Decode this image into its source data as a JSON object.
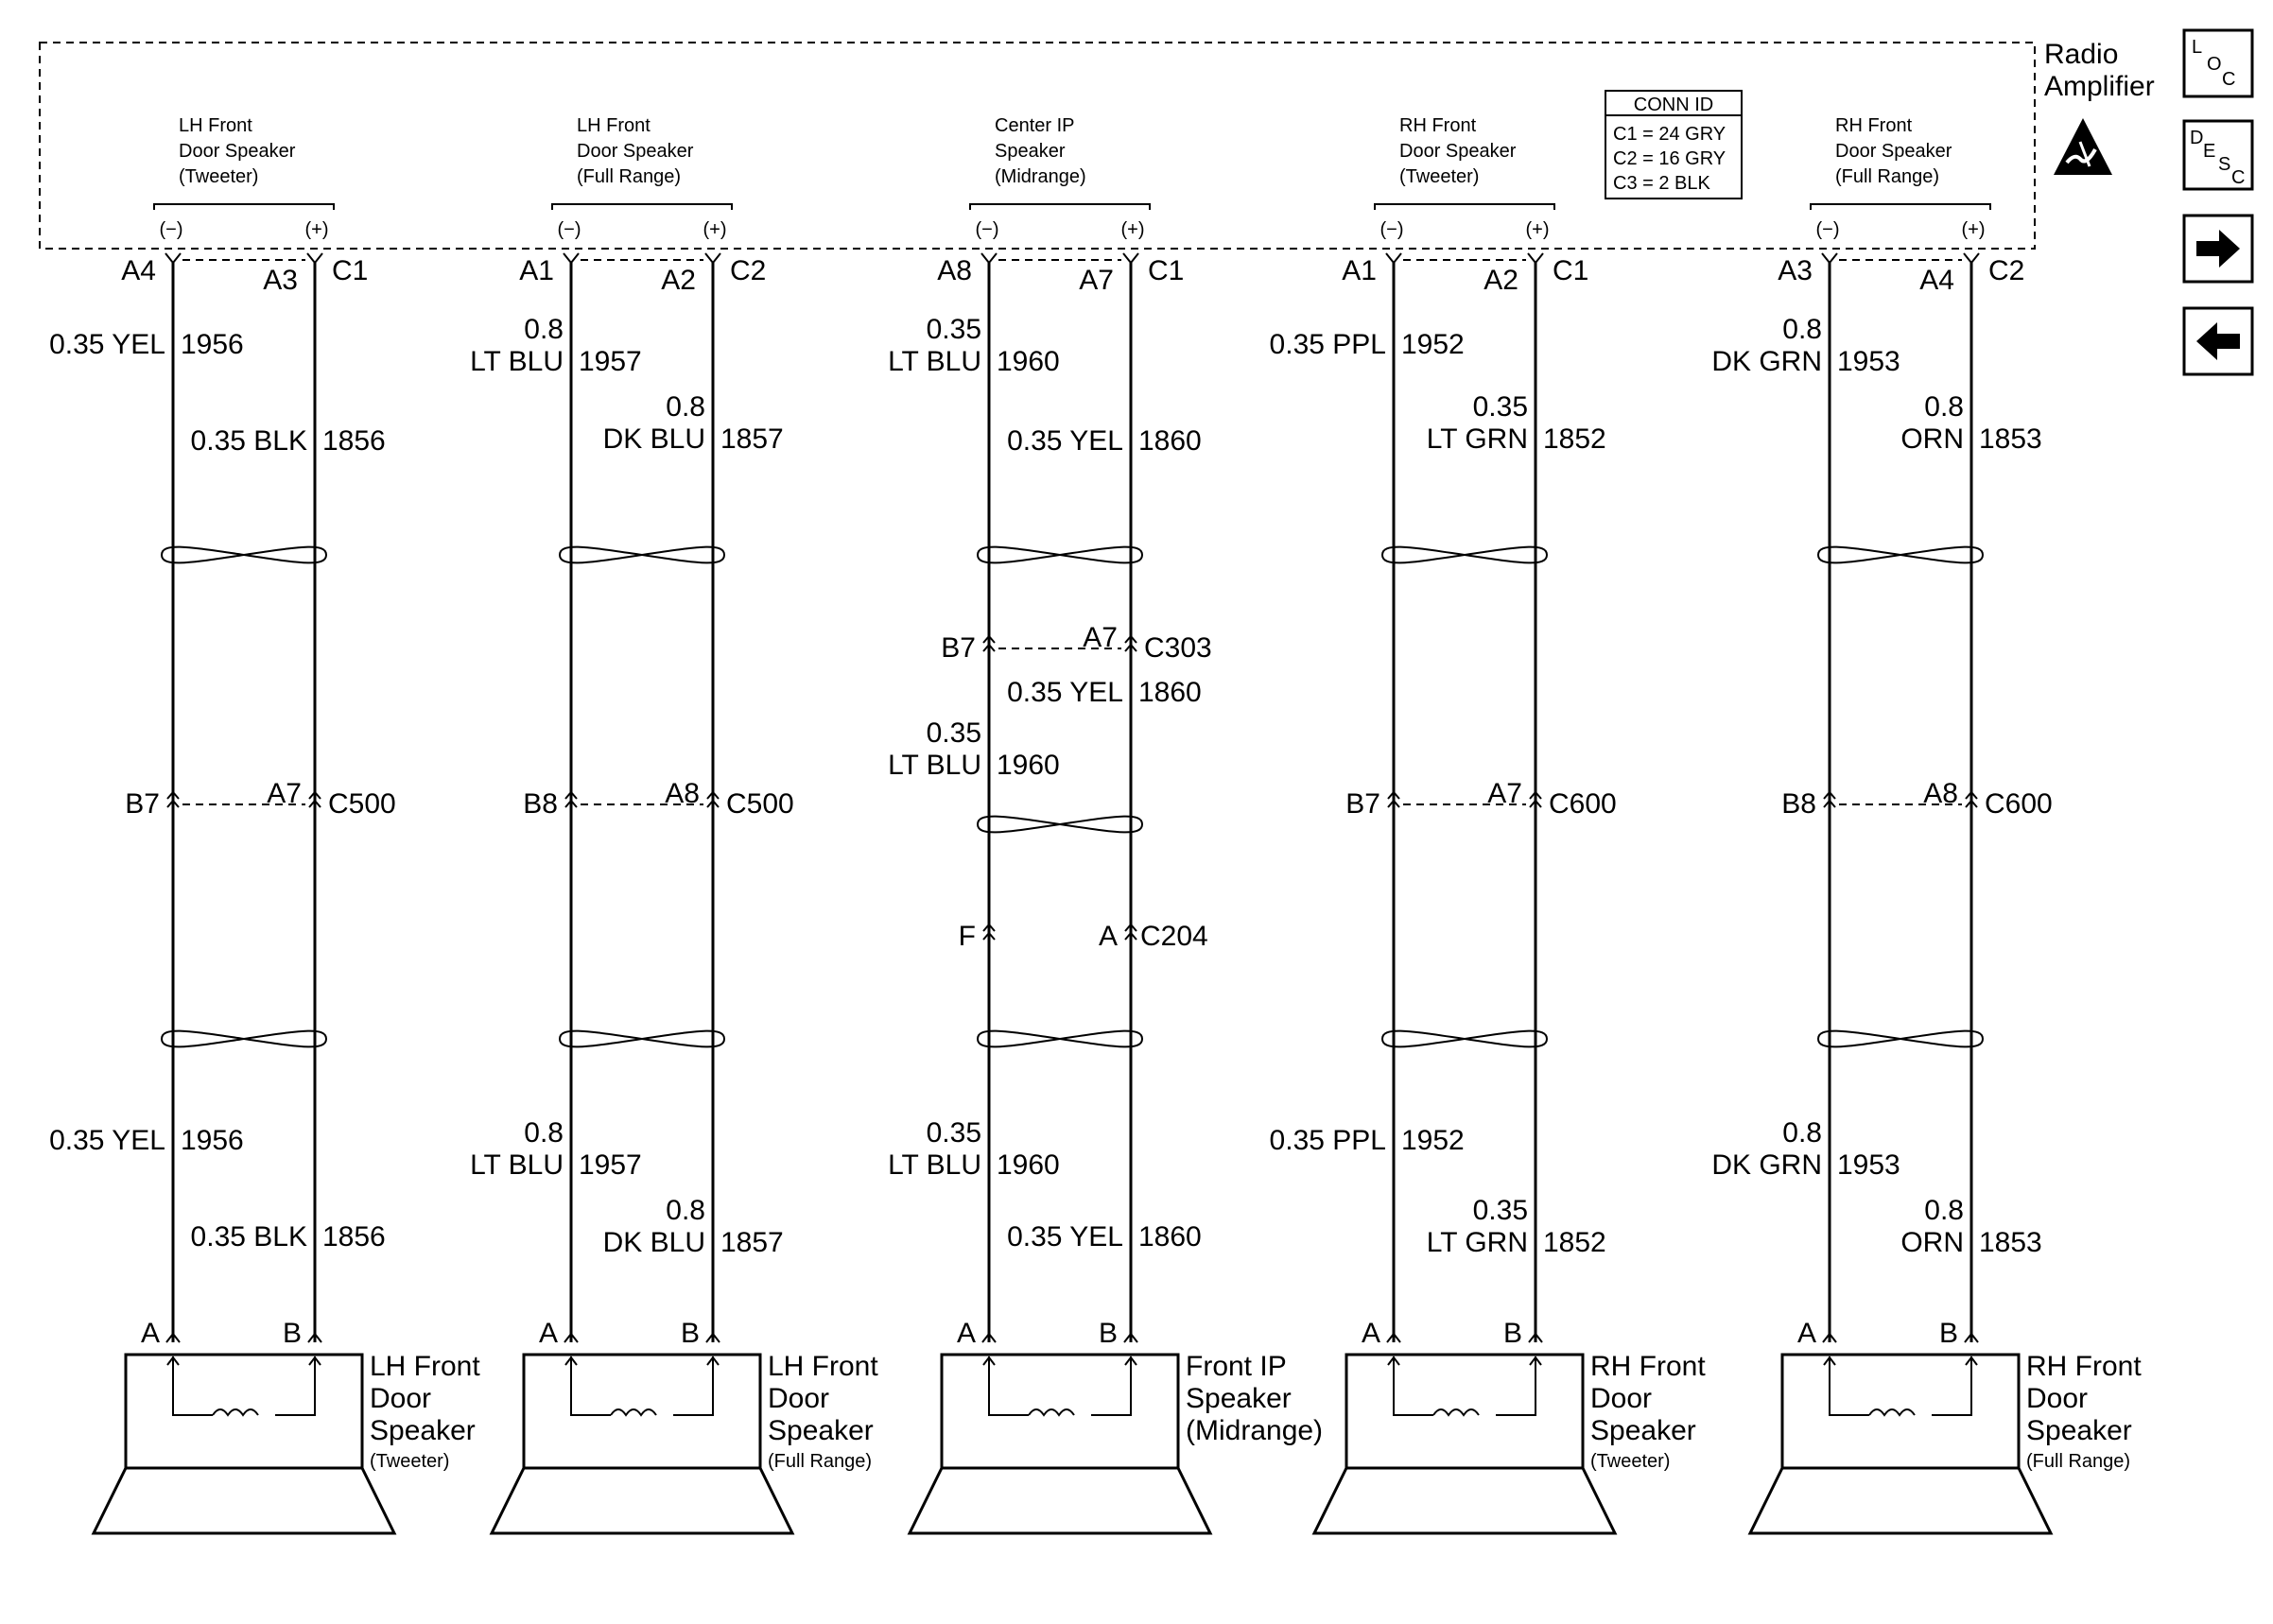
{
  "component": {
    "name_line1": "Radio",
    "name_line2": "Amplifier"
  },
  "conn_id": {
    "title": "CONN ID",
    "rows": [
      "C1 = 24 GRY",
      "C2 = 16 GRY",
      "C3 = 2 BLK"
    ]
  },
  "nav": {
    "loc": [
      "L",
      "O",
      "C"
    ],
    "desc": [
      "D",
      "E",
      "S",
      "C"
    ]
  },
  "pins": {
    "minus": "(−)",
    "plus": "(+)",
    "left_pin": "A",
    "right_pin": "B"
  },
  "circuits": [
    {
      "id": "lh-tweeter",
      "amp_label": [
        "LH Front",
        "Door Speaker",
        "(Tweeter)"
      ],
      "top": {
        "left_pin": "A4",
        "right_pin": "A3",
        "conn": "C1"
      },
      "wire_left": {
        "size": "0.35",
        "color": "YEL",
        "circuit": "1956",
        "one_line": true
      },
      "wire_right": {
        "size": "0.35",
        "color": "BLK",
        "circuit": "1856",
        "one_line": true
      },
      "inline_connectors": [
        {
          "left_pin": "B7",
          "right_pin": "A7",
          "conn": "C500"
        }
      ],
      "speaker_label": [
        "LH Front",
        "Door",
        "Speaker",
        "(Tweeter)"
      ]
    },
    {
      "id": "lh-fullrange",
      "amp_label": [
        "LH Front",
        "Door Speaker",
        "(Full Range)"
      ],
      "top": {
        "left_pin": "A1",
        "right_pin": "A2",
        "conn": "C2"
      },
      "wire_left": {
        "size": "0.8",
        "color": "LT BLU",
        "circuit": "1957",
        "one_line": false
      },
      "wire_right": {
        "size": "0.8",
        "color": "DK BLU",
        "circuit": "1857",
        "one_line": false
      },
      "inline_connectors": [
        {
          "left_pin": "B8",
          "right_pin": "A8",
          "conn": "C500"
        }
      ],
      "speaker_label": [
        "LH Front",
        "Door",
        "Speaker",
        "(Full Range)"
      ]
    },
    {
      "id": "center-ip",
      "amp_label": [
        "Center IP",
        "Speaker",
        "(Midrange)"
      ],
      "top": {
        "left_pin": "A8",
        "right_pin": "A7",
        "conn": "C1"
      },
      "wire_left": {
        "size": "0.35",
        "color": "LT BLU",
        "circuit": "1960",
        "one_line": false
      },
      "wire_right": {
        "size": "0.35",
        "color": "YEL",
        "circuit": "1860",
        "one_line": true
      },
      "inline_connectors": [
        {
          "left_pin": "B7",
          "right_pin": "A7",
          "conn": "C303"
        },
        {
          "left_pin": "F",
          "right_pin": "A",
          "conn": "C204"
        }
      ],
      "speaker_label": [
        "Front IP",
        "Speaker",
        "(Midrange)"
      ]
    },
    {
      "id": "rh-tweeter",
      "amp_label": [
        "RH Front",
        "Door Speaker",
        "(Tweeter)"
      ],
      "top": {
        "left_pin": "A1",
        "right_pin": "A2",
        "conn": "C1"
      },
      "wire_left": {
        "size": "0.35",
        "color": "PPL",
        "circuit": "1952",
        "one_line": true
      },
      "wire_right": {
        "size": "0.35",
        "color": "LT GRN",
        "circuit": "1852",
        "one_line": false
      },
      "inline_connectors": [
        {
          "left_pin": "B7",
          "right_pin": "A7",
          "conn": "C600"
        }
      ],
      "speaker_label": [
        "RH Front",
        "Door",
        "Speaker",
        "(Tweeter)"
      ]
    },
    {
      "id": "rh-fullrange",
      "amp_label": [
        "RH Front",
        "Door Speaker",
        "(Full Range)"
      ],
      "top": {
        "left_pin": "A3",
        "right_pin": "A4",
        "conn": "C2"
      },
      "wire_left": {
        "size": "0.8",
        "color": "DK GRN",
        "circuit": "1953",
        "one_line": false
      },
      "wire_right": {
        "size": "0.8",
        "color": "ORN",
        "circuit": "1853",
        "one_line": false
      },
      "inline_connectors": [
        {
          "left_pin": "B8",
          "right_pin": "A8",
          "conn": "C600"
        }
      ],
      "speaker_label": [
        "RH Front",
        "Door",
        "Speaker",
        "(Full Range)"
      ]
    }
  ]
}
